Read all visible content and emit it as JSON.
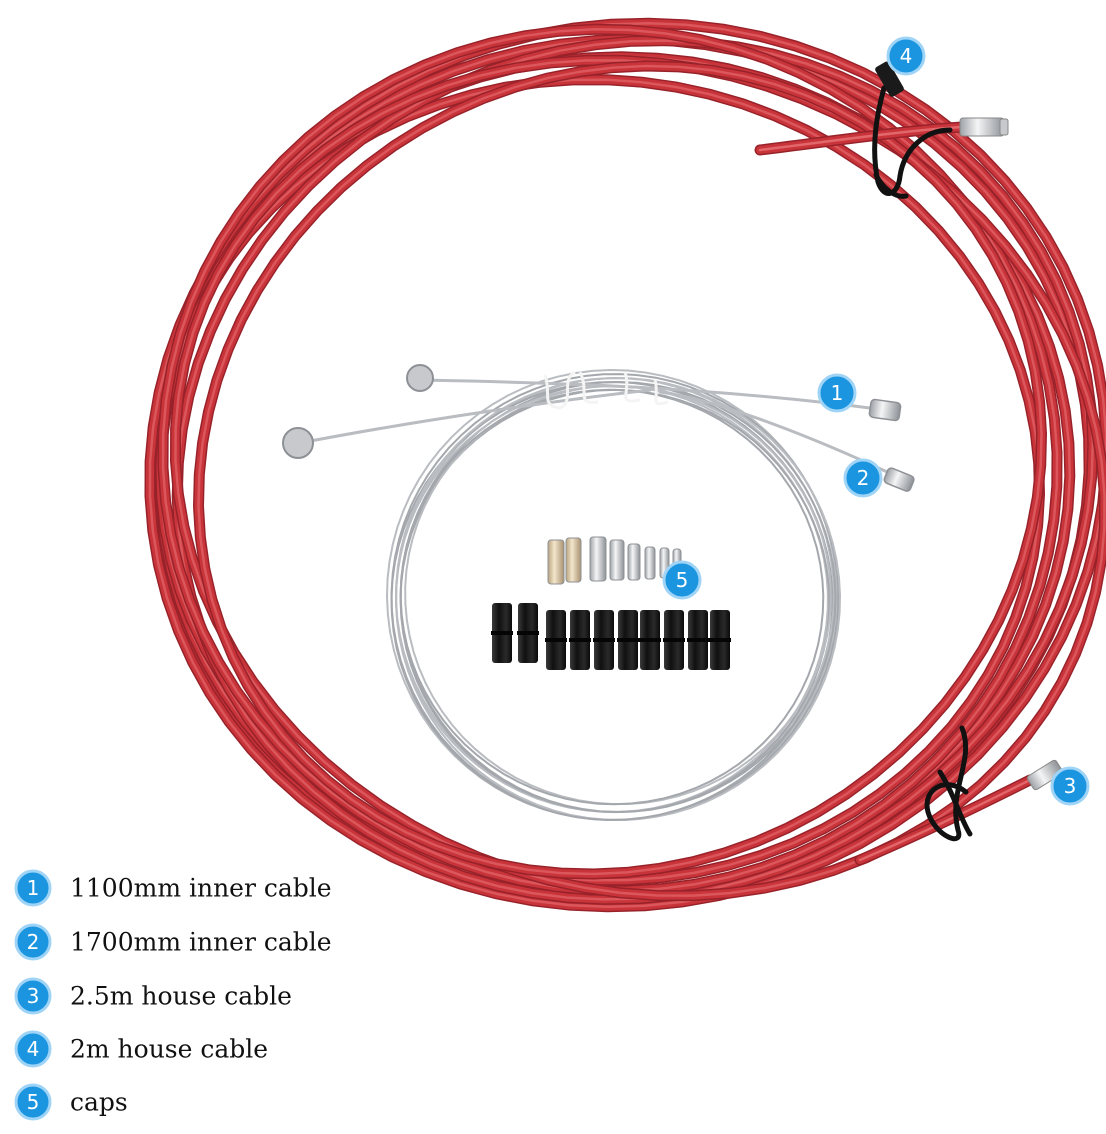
{
  "colors": {
    "housing": "#c8343a",
    "housing_highlight": "#e2676a",
    "housing_shadow": "#98222a",
    "inner_cable": "#b9bcc0",
    "cap": "#1a1a1a",
    "ferrule": "#d4d6d9",
    "badge": "#1b95e0",
    "badge_ring": "#9fd4f7"
  },
  "callouts": [
    {
      "number": "1",
      "icon": "number-one-badge-icon"
    },
    {
      "number": "2",
      "icon": "number-two-badge-icon"
    },
    {
      "number": "3",
      "icon": "number-three-badge-icon"
    },
    {
      "number": "4",
      "icon": "number-four-badge-icon"
    },
    {
      "number": "5",
      "icon": "number-five-badge-icon"
    }
  ],
  "legend": [
    {
      "number": "1",
      "text": "1100mm inner cable"
    },
    {
      "number": "2",
      "text": "1700mm inner cable"
    },
    {
      "number": "3",
      "text": "2.5m house cable"
    },
    {
      "number": "4",
      "text": "2m house cable"
    },
    {
      "number": "5",
      "text": "caps"
    }
  ]
}
